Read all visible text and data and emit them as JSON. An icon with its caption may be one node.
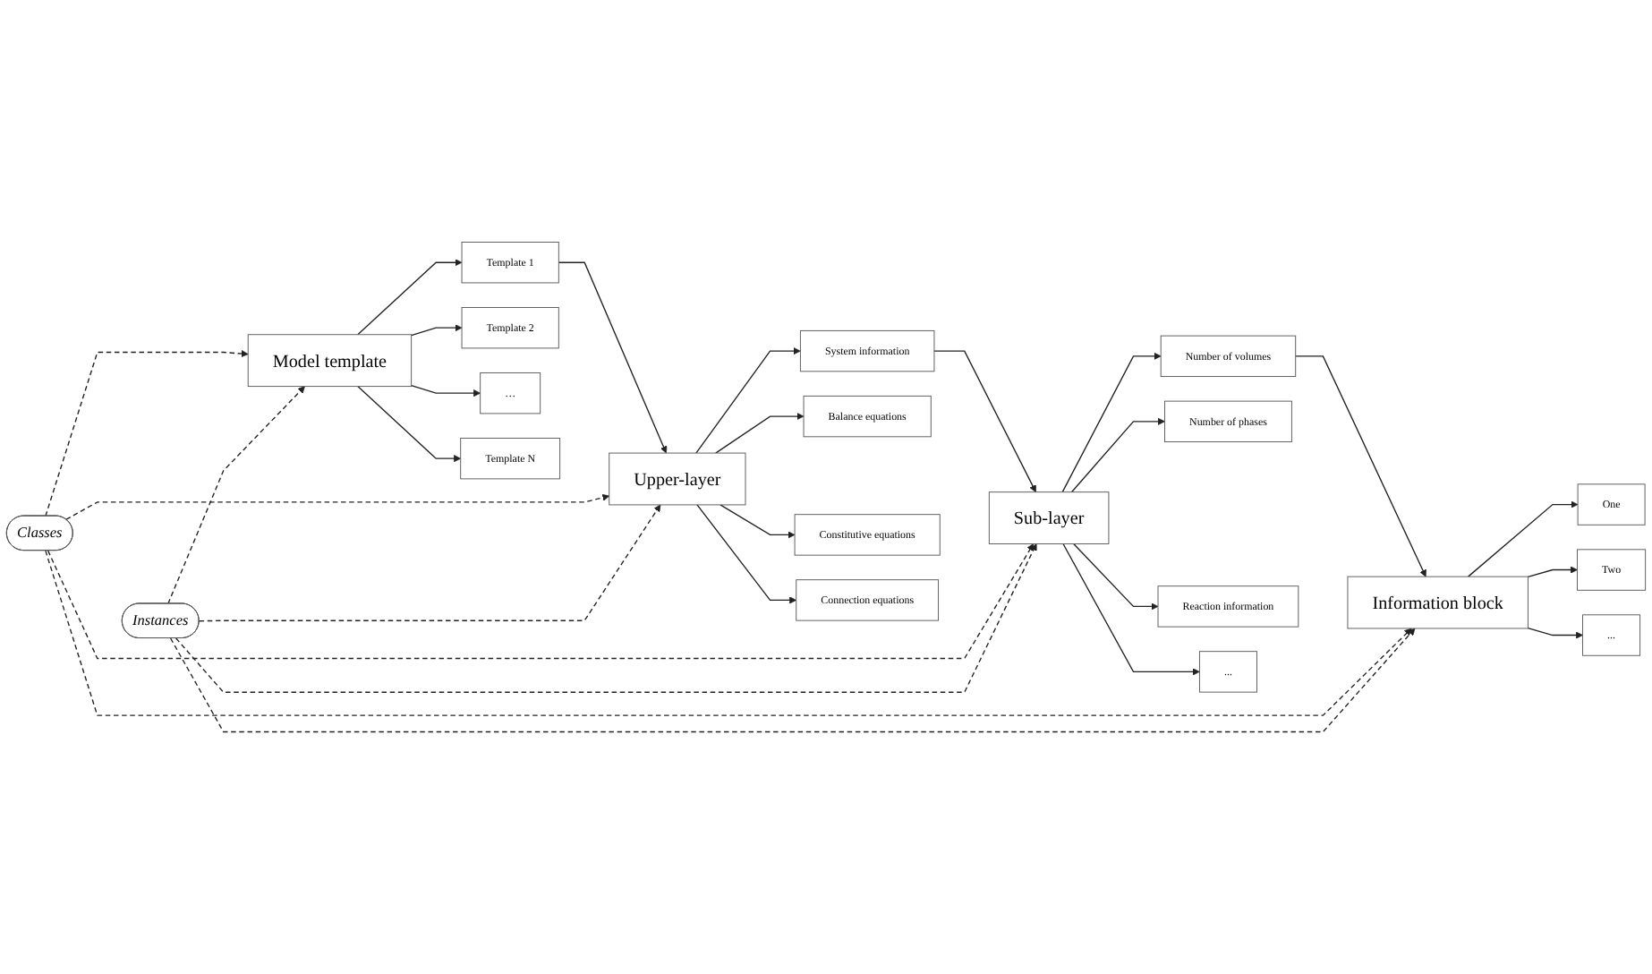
{
  "diagram": {
    "nodes": [
      {
        "text": [
          "Model template"
        ]
      },
      {
        "text": [
          "Template 1"
        ]
      },
      {
        "text": [
          "Template 2"
        ]
      },
      {
        "text": [
          "…"
        ]
      },
      {
        "text": [
          "Template N"
        ]
      },
      {
        "text": [
          "Upper-layer"
        ]
      },
      {
        "text": [
          "System information"
        ]
      },
      {
        "text": [
          "Balance equations"
        ]
      },
      {
        "text": [
          "Constitutive equations"
        ]
      },
      {
        "text": [
          "Connection equations"
        ]
      },
      {
        "text": [
          "Sub-layer"
        ]
      },
      {
        "text": [
          "Number of volumes"
        ]
      },
      {
        "text": [
          "Number of phases"
        ]
      },
      {
        "text": [
          "Reaction information"
        ]
      },
      {
        "text": [
          "..."
        ]
      },
      {
        "text": [
          "Information block"
        ]
      },
      {
        "text": [
          "One"
        ]
      },
      {
        "text": [
          "Two"
        ]
      },
      {
        "text": [
          "..."
        ]
      },
      {
        "text": [
          "Classes"
        ]
      },
      {
        "text": [
          "Instances"
        ]
      }
    ],
    "edges": [
      {
        "from": 0,
        "to": 1,
        "arrow": "to"
      },
      {
        "from": 0,
        "to": 2,
        "arrow": "to"
      },
      {
        "from": 0,
        "to": 3,
        "arrow": "to"
      },
      {
        "from": 0,
        "to": 4,
        "arrow": "to"
      },
      {
        "from": 1,
        "to": 5,
        "arrow": "to"
      },
      {
        "from": 5,
        "to": 6,
        "arrow": "to"
      },
      {
        "from": 5,
        "to": 7,
        "arrow": "to"
      },
      {
        "from": 5,
        "to": 8,
        "arrow": "to"
      },
      {
        "from": 5,
        "to": 9,
        "arrow": "to"
      },
      {
        "from": 6,
        "to": 10,
        "arrow": "to"
      },
      {
        "from": 10,
        "to": 11,
        "arrow": "to"
      },
      {
        "from": 10,
        "to": 12,
        "arrow": "to"
      },
      {
        "from": 10,
        "to": 13,
        "arrow": "to"
      },
      {
        "from": 10,
        "to": 14,
        "arrow": "to"
      },
      {
        "from": 11,
        "to": 15,
        "arrow": "to"
      },
      {
        "from": 15,
        "to": 16,
        "arrow": "to"
      },
      {
        "from": 15,
        "to": 17,
        "arrow": "to"
      },
      {
        "from": 15,
        "to": 18,
        "arrow": "to"
      },
      {
        "from": 19,
        "to": 0,
        "arrow": "to",
        "style": "dashed"
      },
      {
        "from": 19,
        "to": 5,
        "arrow": "to",
        "style": "dashed"
      },
      {
        "from": 19,
        "to": 10,
        "arrow": "to",
        "style": "dashed"
      },
      {
        "from": 19,
        "to": 15,
        "arrow": "to",
        "style": "dashed"
      },
      {
        "from": 20,
        "to": 0,
        "arrow": "to",
        "style": "dashed"
      },
      {
        "from": 20,
        "to": 5,
        "arrow": "to",
        "style": "dashed"
      },
      {
        "from": 20,
        "to": 10,
        "arrow": "to",
        "style": "dashed"
      },
      {
        "from": 20,
        "to": 15,
        "arrow": "to",
        "style": "dashed"
      }
    ]
  }
}
